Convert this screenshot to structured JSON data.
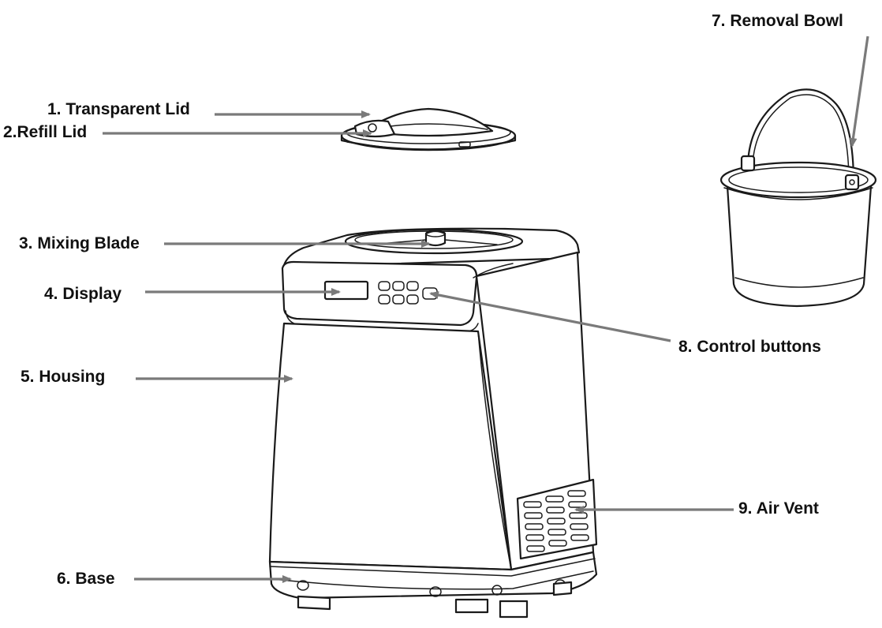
{
  "labels": {
    "transparent_lid": "1.  Transparent Lid",
    "refill_lid": "2.Refill Lid",
    "mixing_blade": "3. Mixing Blade",
    "display": "4. Display",
    "housing": "5.  Housing",
    "base": "6. Base",
    "removal_bowl": "7. Removal Bowl",
    "control_buttons": "8. Control buttons",
    "air_vent": "9. Air Vent"
  },
  "colors": {
    "line_art": "#1a1a1a",
    "pointer": "#7a7a7a",
    "text": "#111111",
    "background": "#ffffff"
  }
}
